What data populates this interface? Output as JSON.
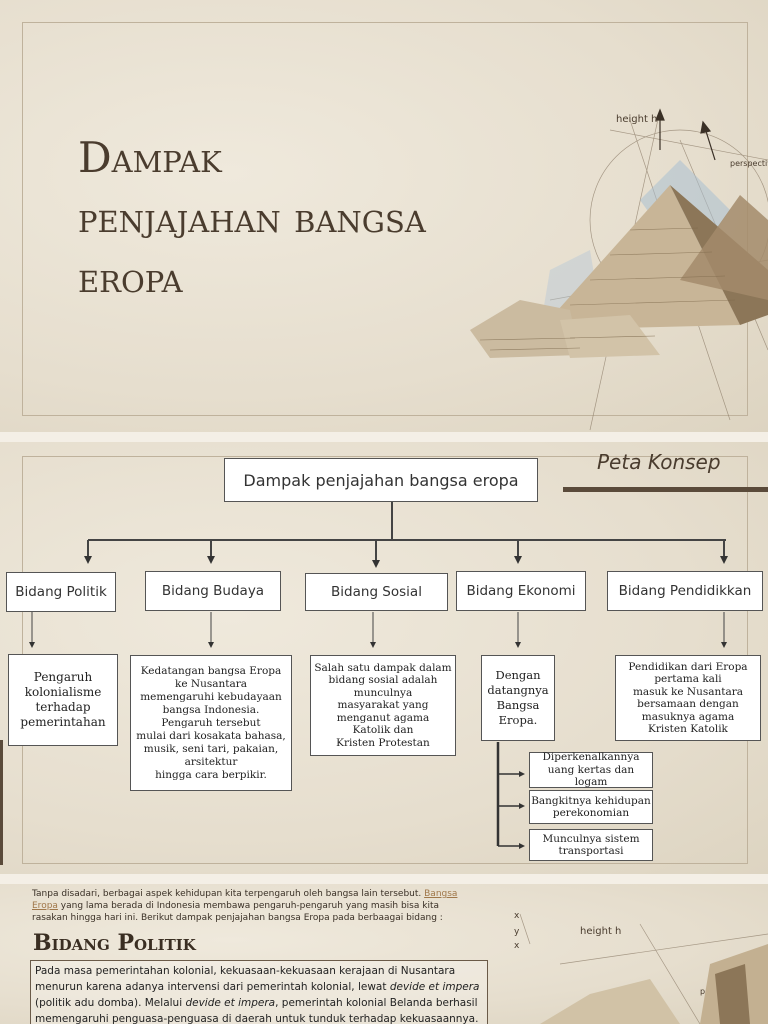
{
  "slide1": {
    "title_line1": "Dampak",
    "title_line2": "penjajahan bangsa",
    "title_line3": "eropa",
    "sketch_labels": [
      "height h",
      "perspective"
    ]
  },
  "slide2": {
    "peta_label": "Peta Konsep",
    "root": "Dampak penjajahan bangsa eropa",
    "categories": [
      {
        "label": "Bidang Politik",
        "desc": [
          "Pengaruh",
          "kolonialisme",
          "terhadap",
          "pemerintahan"
        ]
      },
      {
        "label": "Bidang Budaya",
        "desc": [
          "Kedatangan bangsa Eropa",
          "ke Nusantara",
          "memengaruhi kebudayaan",
          "bangsa Indonesia.",
          "Pengaruh tersebut",
          "mulai dari kosakata bahasa,",
          "musik, seni tari, pakaian,",
          "arsitektur",
          "hingga cara berpikir."
        ]
      },
      {
        "label": "Bidang Sosial",
        "desc": [
          "Salah satu dampak dalam",
          "bidang sosial adalah",
          "munculnya",
          "masyarakat yang",
          "menganut agama",
          "Katolik dan",
          "Kristen Protestan"
        ]
      },
      {
        "label": "Bidang Ekonomi",
        "desc": [
          "Dengan",
          "datangnya",
          "Bangsa Eropa."
        ]
      },
      {
        "label": "Bidang Pendidikkan",
        "desc": [
          "Pendidikan dari Eropa",
          "pertama kali",
          "masuk ke Nusantara",
          "bersamaan dengan",
          "masuknya agama",
          "Kristen Katolik"
        ]
      }
    ],
    "economy_items": [
      [
        "Diperkenalkannya",
        "uang kertas dan logam"
      ],
      [
        "Bangkitnya kehidupan",
        "perekonomian"
      ],
      [
        "Munculnya sistem",
        "transportasi"
      ]
    ]
  },
  "slide3": {
    "intro_a": "Tanpa disadari, berbagai aspek kehidupan kita terpengaruh oleh bangsa lain tersebut. ",
    "intro_link": "Bangsa Eropa",
    "intro_b": " yang lama berada di Indonesia membawa pengaruh-pengaruh yang masih bisa kita rasakan hingga hari ini. Berikut  dampak penjajahan bangsa Eropa pada berbaagai bidang :",
    "heading": "Bidang Politik",
    "para_a": "Pada masa pemerintahan kolonial, kekuasaan-kekuasaan kerajaan di Nusantara menurun karena adanya intervensi dari pemerintah kolonial, lewat ",
    "para_term1": "devide et impera",
    "para_b": " (politik adu domba). Melalui ",
    "para_term2": "devide et impera",
    "para_c": ", pemerintah kolonial Belanda berhasil memengaruhi penguasa-penguasa di daerah untuk tunduk terhadap kekuasaannya.",
    "sketch_labels": [
      "height h",
      "perspective"
    ]
  }
}
